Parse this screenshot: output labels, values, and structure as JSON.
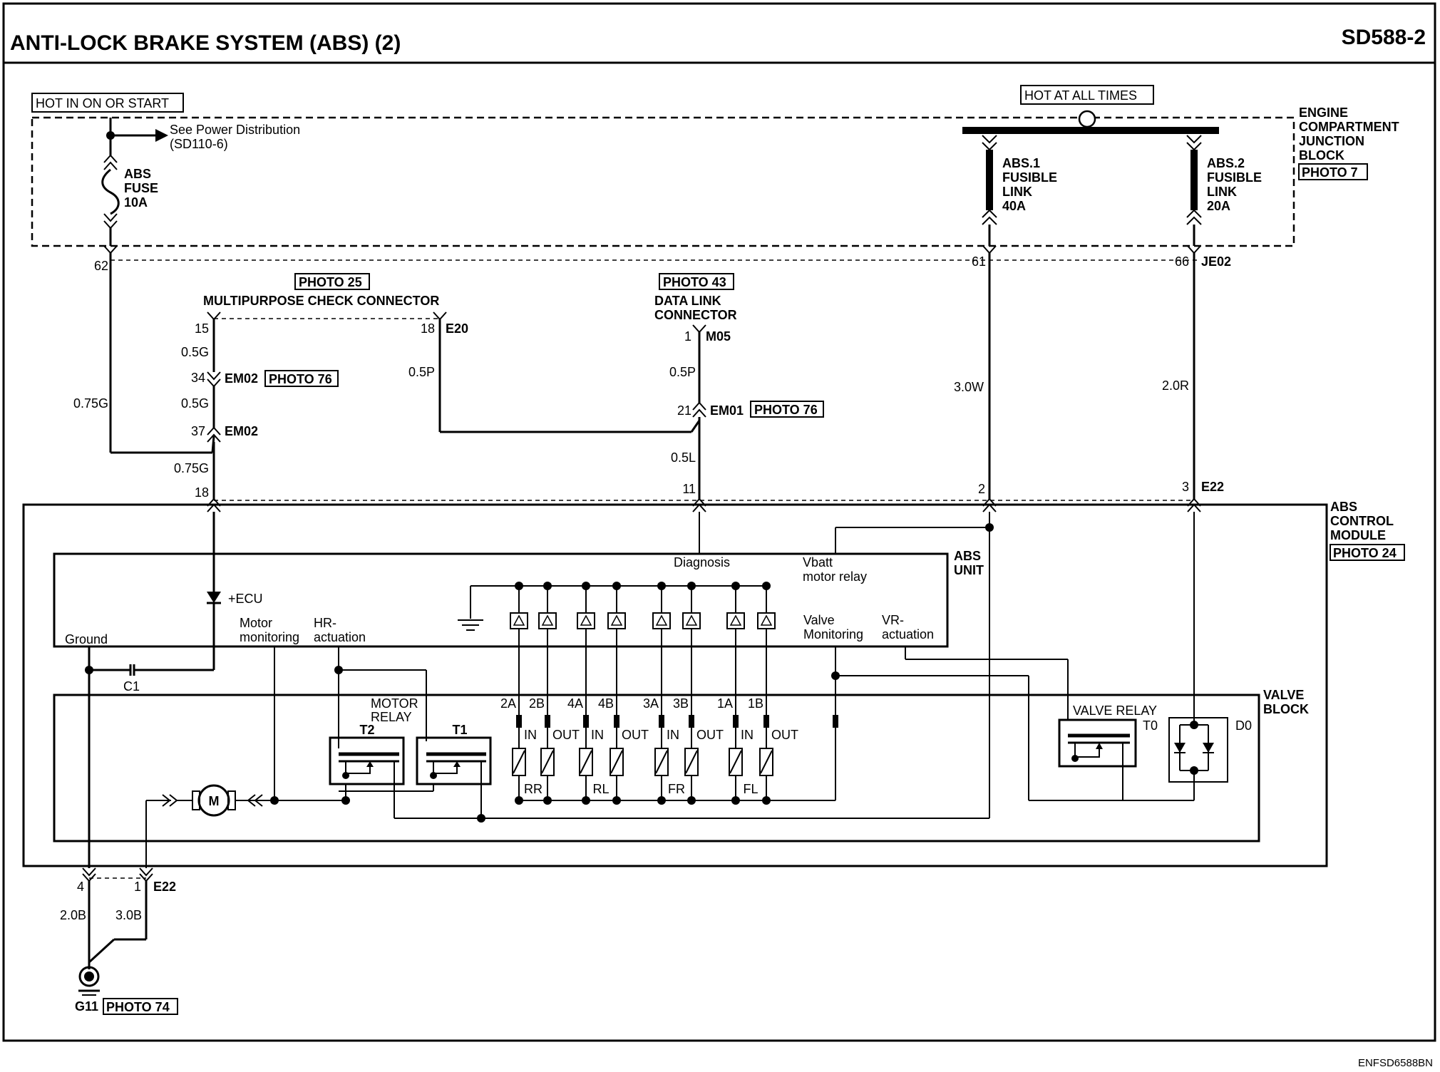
{
  "header": {
    "title": "ANTI-LOCK BRAKE SYSTEM (ABS) (2)",
    "page_code": "SD588-2"
  },
  "footer": {
    "doc_code": "ENFSD6588BN"
  },
  "power": {
    "hot_run_start": "HOT IN ON OR START",
    "hot_all_times": "HOT AT ALL TIMES",
    "see_power_1": "See Power Distribution",
    "see_power_2": "(SD110-6)",
    "abs_fuse": [
      "ABS",
      "FUSE",
      "10A"
    ],
    "abs1_link": [
      "ABS.1",
      "FUSIBLE",
      "LINK",
      "40A"
    ],
    "abs2_link": [
      "ABS.2",
      "FUSIBLE",
      "LINK",
      "20A"
    ]
  },
  "junction_block": {
    "label": [
      "ENGINE",
      "COMPARTMENT",
      "JUNCTION",
      "BLOCK"
    ],
    "photo": "PHOTO 7"
  },
  "connectors": {
    "pin_62": "62",
    "pin_61": "61",
    "pin_66": "66",
    "je02": "JE02",
    "mpcc_photo": "PHOTO 25",
    "mpcc_label": "MULTIPURPOSE CHECK CONNECTOR",
    "pin_15": "15",
    "pin_18_e20": "18",
    "e20": "E20",
    "dlc_photo": "PHOTO 43",
    "dlc_label": [
      "DATA LINK",
      "CONNECTOR"
    ],
    "pin_1_m05": "1",
    "m05": "M05",
    "pin_34": "34",
    "em02_a": "EM02",
    "photo76_a": "PHOTO 76",
    "pin_37": "37",
    "em02_b": "EM02",
    "pin_21": "21",
    "em01": "EM01",
    "photo76_b": "PHOTO 76",
    "pin_18": "18",
    "pin_11": "11",
    "pin_2": "2",
    "pin_3": "3",
    "e22_top": "E22",
    "pin_4": "4",
    "pin_1": "1",
    "e22_bottom": "E22"
  },
  "wires": {
    "w_05g_a": "0.5G",
    "w_05g_b": "0.5G",
    "w_075g_a": "0.75G",
    "w_075g_b": "0.75G",
    "w_05p_a": "0.5P",
    "w_05p_b": "0.5P",
    "w_05l": "0.5L",
    "w_30w": "3.0W",
    "w_20r": "2.0R",
    "w_20b": "2.0B",
    "w_30b": "3.0B"
  },
  "module": {
    "label": [
      "ABS",
      "CONTROL",
      "MODULE"
    ],
    "photo": "PHOTO 24",
    "unit_label": [
      "ABS",
      "UNIT"
    ],
    "diagnosis": "Diagnosis",
    "vbatt": [
      "Vbatt",
      "motor relay"
    ],
    "ecu": "+ECU",
    "ground": "Ground",
    "motor_monitoring": [
      "Motor",
      "monitoring"
    ],
    "hr_actuation": [
      "HR-",
      "actuation"
    ],
    "valve_monitoring": [
      "Valve",
      "Monitoring"
    ],
    "vr_actuation": [
      "VR-",
      "actuation"
    ],
    "c1": "C1"
  },
  "valve_block": {
    "label": [
      "VALVE",
      "BLOCK"
    ],
    "motor_relay": [
      "MOTOR",
      "RELAY"
    ],
    "t2": "T2",
    "t1": "T1",
    "motor": "M",
    "valve_relay": "VALVE RELAY",
    "t0": "T0",
    "d0": "D0",
    "solenoids": [
      "2A",
      "2B",
      "4A",
      "4B",
      "3A",
      "3B",
      "1A",
      "1B"
    ],
    "inout": [
      "IN",
      "OUT",
      "IN",
      "OUT",
      "IN",
      "OUT",
      "IN",
      "OUT"
    ],
    "wheels": [
      "RR",
      "RL",
      "FR",
      "FL"
    ]
  },
  "ground": {
    "id": "G11",
    "photo": "PHOTO 74"
  }
}
